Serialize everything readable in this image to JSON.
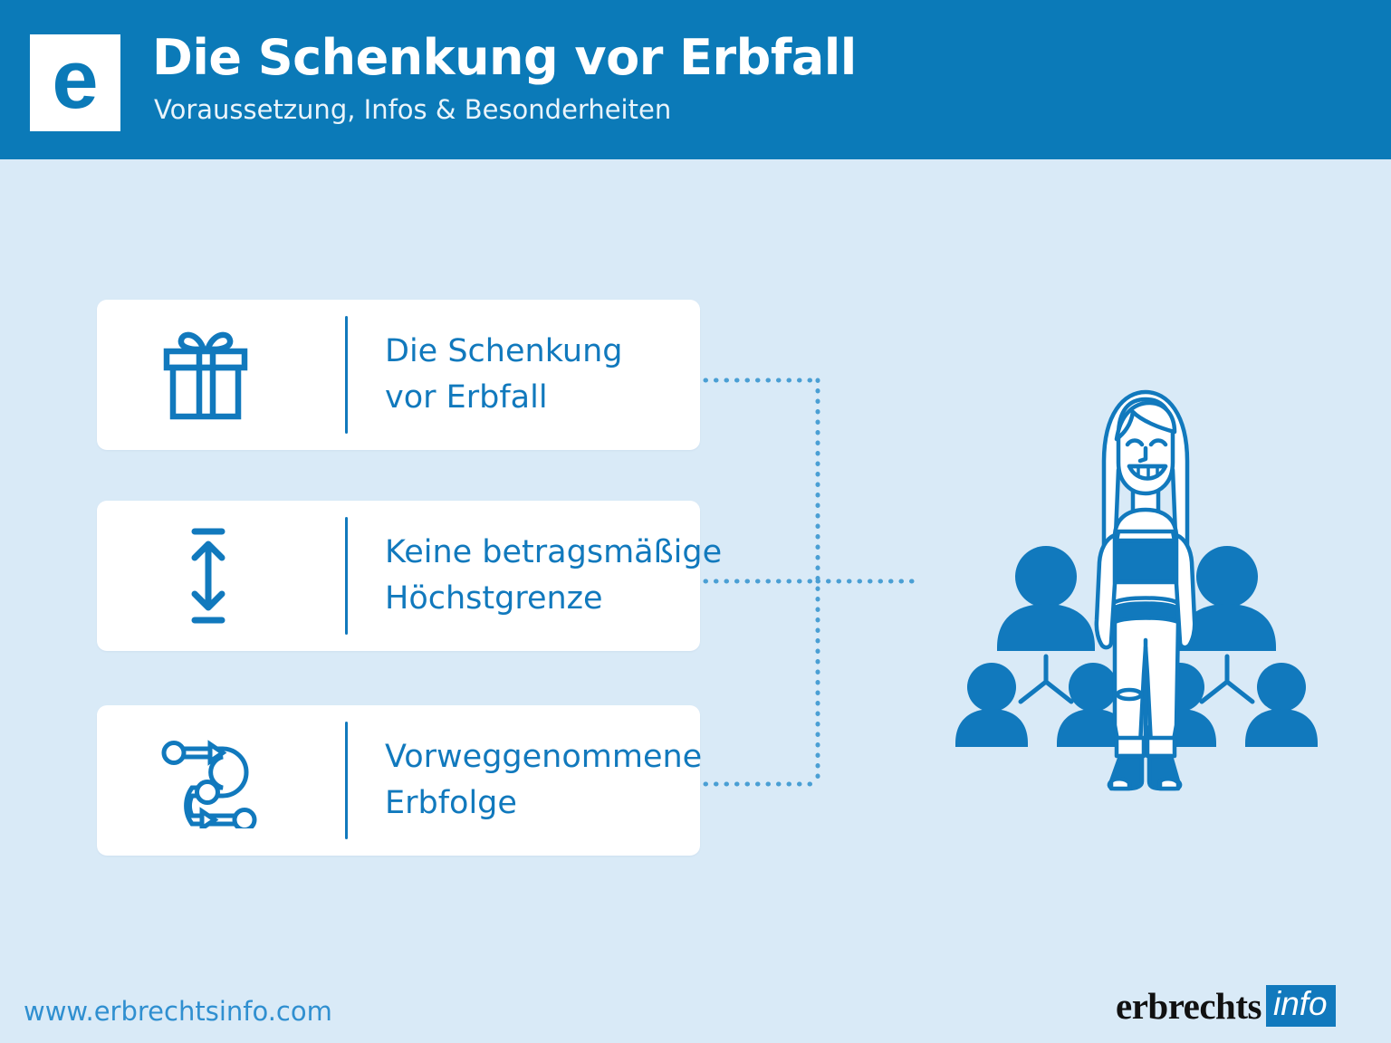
{
  "header": {
    "logo_letter": "e",
    "title": "Die Schenkung vor Erbfall",
    "subtitle": "Voraussetzung, Infos & Besonderheiten",
    "bg_color": "#0b7ab8"
  },
  "theme": {
    "page_bg": "#d9eaf7",
    "accent": "#1179bd",
    "card_bg": "#ffffff",
    "text_color": "#1179bd"
  },
  "cards": [
    {
      "icon": "gift-box-icon",
      "line1": "Die Schenkung",
      "line2": "vor Erbfall"
    },
    {
      "icon": "vertical-double-arrow-icon",
      "line1": "Keine betragsmäßige",
      "line2": "Höchstgrenze"
    },
    {
      "icon": "succession-path-icon",
      "line1": "Vorweggenommene",
      "line2": "Erbfolge"
    }
  ],
  "illustration": {
    "name": "woman-with-family-network-illustration"
  },
  "footer": {
    "url": "www.erbrechtsinfo.com",
    "brand_name": "erbrechts",
    "brand_suffix": "info"
  }
}
